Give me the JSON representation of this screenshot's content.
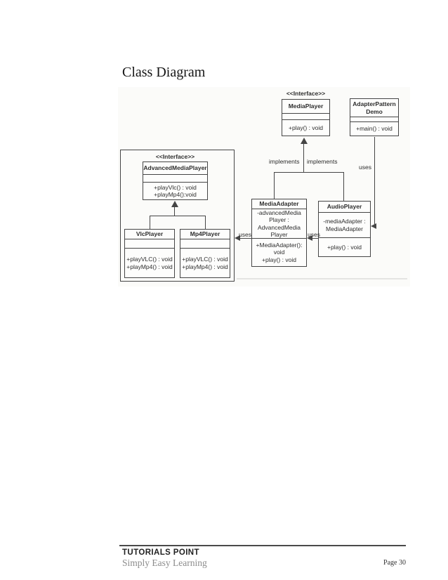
{
  "page": {
    "title": "Class Diagram",
    "footer": {
      "brand": "TUTORIALS POINT",
      "tagline": "Simply Easy Learning",
      "page_number": "Page 30"
    }
  },
  "diagram": {
    "type": "uml-class-diagram",
    "classes": [
      {
        "stereotype": "<<Interface>>",
        "name": "MediaPlayer",
        "attributes": [],
        "operations": [
          "+play() : void"
        ]
      },
      {
        "name_lines": [
          "AdapterPattern",
          "Demo"
        ],
        "attributes": [],
        "operations": [
          "+main() : void"
        ]
      },
      {
        "stereotype": "<<Interface>>",
        "name": "AdvancedMediaPlayer",
        "attributes": [],
        "operations": [
          "+playVlc() : void",
          "+playMp4():void"
        ]
      },
      {
        "name": "VlcPlayer",
        "attributes": [],
        "operations": [
          "+playVLC() : void",
          "+playMp4() : void"
        ]
      },
      {
        "name": "Mp4Player",
        "attributes": [],
        "operations": [
          "+playVLC() : void",
          "+playMp4() : void"
        ]
      },
      {
        "name": "MediaAdapter",
        "attributes": [
          "-advancedMedia",
          "Player :",
          "AdvancedMedia",
          "Player"
        ],
        "operations": [
          "+MediaAdapter():",
          "void",
          "+play() : void"
        ]
      },
      {
        "name": "AudioPlayer",
        "attributes": [
          "-mediaAdapter :",
          "MediaAdapter"
        ],
        "operations": [
          "+play() : void"
        ]
      }
    ],
    "edge_labels": {
      "implements_left": "implements",
      "implements_right": "implements",
      "uses_demo": "uses",
      "uses_audioplayer": "uses",
      "uses_mediaadapter": "uses"
    },
    "colors": {
      "line": "#454545",
      "text": "#2d2d2d"
    }
  }
}
